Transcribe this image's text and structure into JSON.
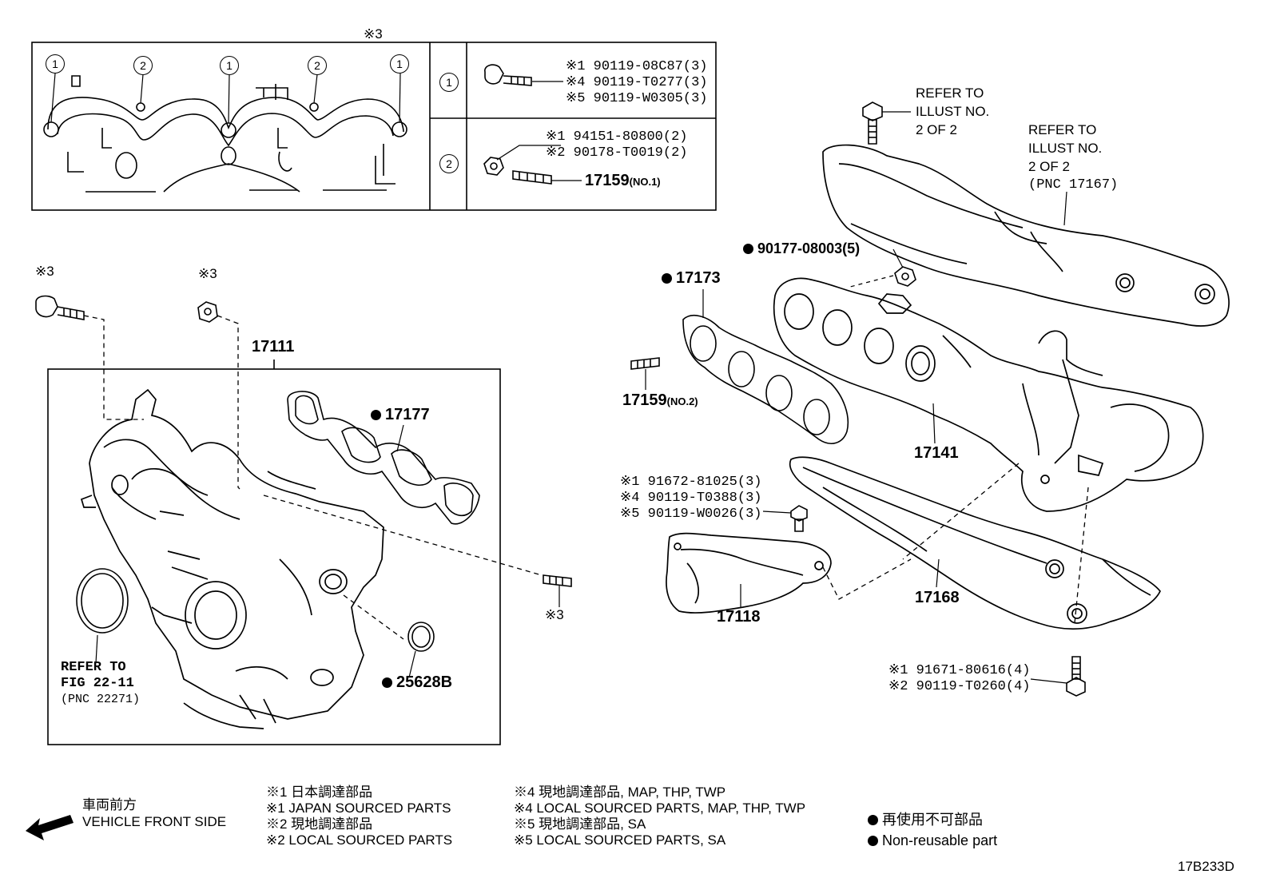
{
  "top_inset": {
    "header_mark": "※3",
    "callouts": [
      "1",
      "2",
      "1",
      "2",
      "1"
    ],
    "row1": {
      "key": "1",
      "parts": [
        "※1  90119-08C87(3)",
        "※4  90119-T0277(3)",
        "※5  90119-W0305(3)"
      ]
    },
    "row2": {
      "key": "2",
      "parts": [
        "※1  94151-80800(2)",
        "※2  90178-T0019(2)"
      ],
      "stud_pn": "17159",
      "stud_suffix": "(NO.1)"
    }
  },
  "left_group": {
    "mark_bolt": "※3",
    "mark_nut": "※3",
    "mark_stud": "※3",
    "intake_manifold": "17111",
    "gasket_intake": "17177",
    "gasket_throttle": "25628B",
    "refer_note": [
      "REFER TO",
      "FIG 22-11",
      "(PNC 22271)"
    ]
  },
  "right_group": {
    "refer_bolt": [
      "REFER TO",
      "ILLUST NO.",
      "2 OF 2"
    ],
    "refer_insulator": [
      "REFER TO",
      "ILLUST NO.",
      "2 OF 2",
      "(PNC 17167)"
    ],
    "nut": "90177-08003(5)",
    "gasket_exhaust": "17173",
    "stud_pn": "17159",
    "stud_suffix": "(NO.2)",
    "exhaust_manifold": "17141",
    "bracket_bolts": [
      "※1  91672-81025(3)",
      "※4  90119-T0388(3)",
      "※5  90119-W0026(3)"
    ],
    "bracket": "17118",
    "lower_insulator": "17168",
    "lower_bolts": [
      "※1 91671-80616(4)",
      "※2 90119-T0260(4)"
    ]
  },
  "legend": {
    "front_jp": "車両前方",
    "front_en": "VEHICLE FRONT SIDE",
    "col1": [
      "※1  日本調達部品",
      "※1  JAPAN SOURCED PARTS",
      "※2  現地調達部品",
      "※2  LOCAL SOURCED PARTS"
    ],
    "col2": [
      "※4  現地調達部品, MAP, THP, TWP",
      "※4  LOCAL SOURCED PARTS, MAP, THP, TWP",
      "※5  現地調達部品, SA",
      "※5  LOCAL SOURCED PARTS, SA"
    ],
    "nonreuse_jp": "再使用不可部品",
    "nonreuse_en": "Non-reusable part"
  },
  "figure_code": "17B233D"
}
